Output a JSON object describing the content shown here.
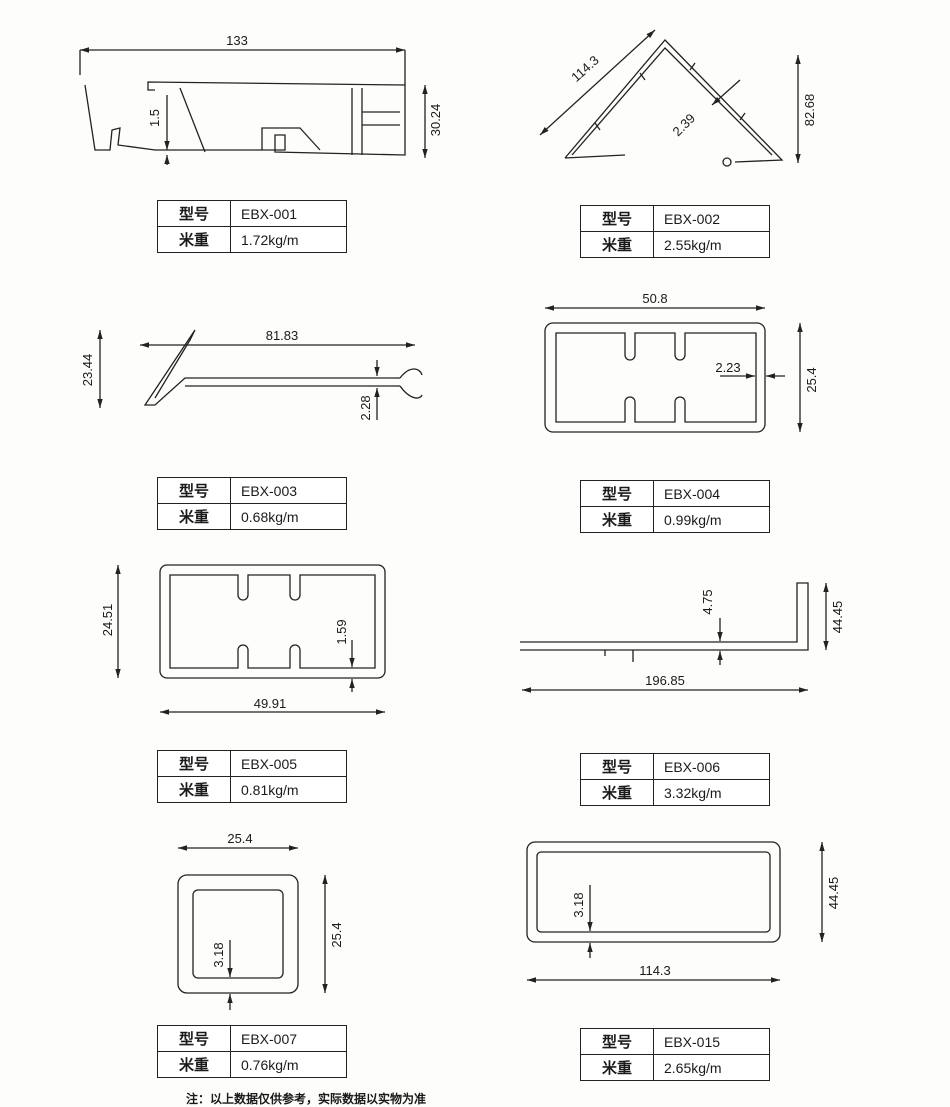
{
  "labels": {
    "model": "型号",
    "weight": "米重"
  },
  "profiles": [
    {
      "model": "EBX-001",
      "weight": "1.72kg/m",
      "dims": [
        "133",
        "30.24",
        "1.5"
      ]
    },
    {
      "model": "EBX-002",
      "weight": "2.55kg/m",
      "dims": [
        "114.3",
        "82.68",
        "2.39"
      ]
    },
    {
      "model": "EBX-003",
      "weight": "0.68kg/m",
      "dims": [
        "81.83",
        "23.44",
        "2.28"
      ]
    },
    {
      "model": "EBX-004",
      "weight": "0.99kg/m",
      "dims": [
        "50.8",
        "25.4",
        "2.23"
      ]
    },
    {
      "model": "EBX-005",
      "weight": "0.81kg/m",
      "dims": [
        "49.91",
        "24.51",
        "1.59"
      ]
    },
    {
      "model": "EBX-006",
      "weight": "3.32kg/m",
      "dims": [
        "196.85",
        "44.45",
        "4.75"
      ]
    },
    {
      "model": "EBX-007",
      "weight": "0.76kg/m",
      "dims": [
        "25.4",
        "25.4",
        "3.18"
      ]
    },
    {
      "model": "EBX-015",
      "weight": "2.65kg/m",
      "dims": [
        "114.3",
        "44.45",
        "3.18"
      ]
    }
  ],
  "note": "注：以上数据仅供参考，实际数据以实物为准"
}
